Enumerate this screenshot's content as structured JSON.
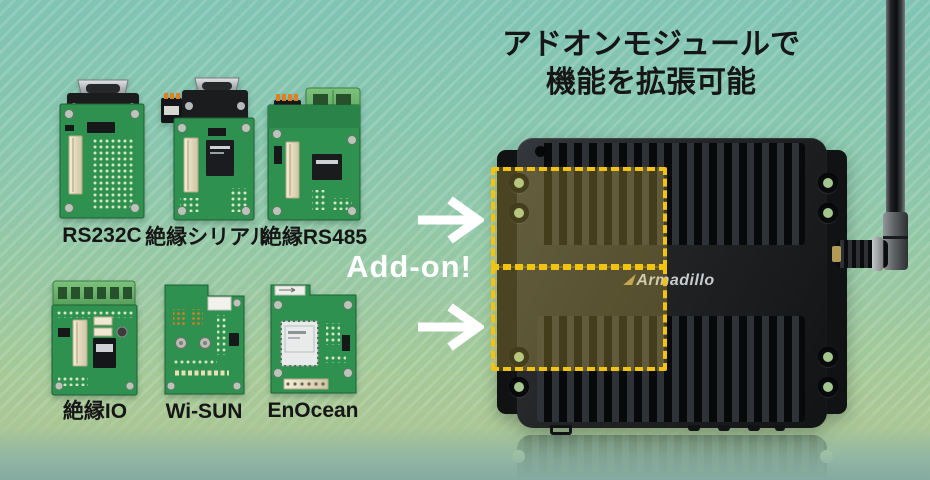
{
  "title": {
    "line1": "アドオンモジュールで",
    "line2": "機能を拡張可能"
  },
  "addon": {
    "label": "Add-on!"
  },
  "modules": [
    {
      "id": "rs232c",
      "label": "RS232C"
    },
    {
      "id": "isolated-serial",
      "label": "絶縁シリアル"
    },
    {
      "id": "isolated-rs485",
      "label": "絶縁RS485"
    },
    {
      "id": "isolated-io",
      "label": "絶縁IO"
    },
    {
      "id": "wi-sun",
      "label": "Wi-SUN"
    },
    {
      "id": "enocean",
      "label": "EnOcean"
    }
  ],
  "device": {
    "brand": "Armadillo"
  },
  "icons": {
    "arrow_right": "→"
  },
  "colors": {
    "accent_yellow": "#F2C40F",
    "background_teal": "#80C4B3",
    "background_green": "#A9C795",
    "pcb_green": "#2F9150",
    "title_text": "#161616",
    "addon_text": "#FFFFFF"
  }
}
